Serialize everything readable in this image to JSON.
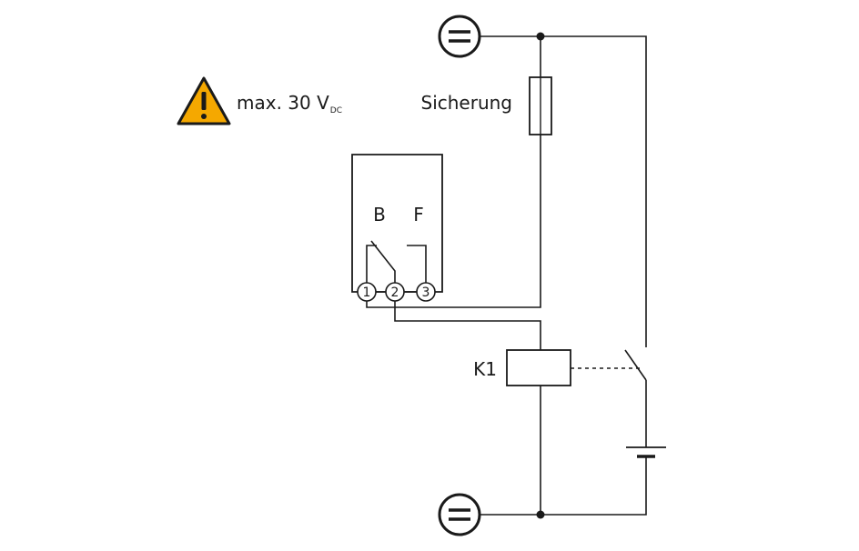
{
  "warning": {
    "text": "max. 30 V",
    "subscript": "DC",
    "icon": "warning-triangle-icon",
    "color": "#f5a800"
  },
  "fuse": {
    "label": "Sicherung"
  },
  "device": {
    "contact_b": "B",
    "contact_f": "F",
    "terminals": [
      "1",
      "2",
      "3"
    ]
  },
  "relay": {
    "label": "K1"
  },
  "supply": {
    "top_symbol": "dc-source-icon",
    "bottom_symbol": "dc-source-icon"
  },
  "colors": {
    "line": "#1a1a1a",
    "warning": "#f5a800"
  }
}
